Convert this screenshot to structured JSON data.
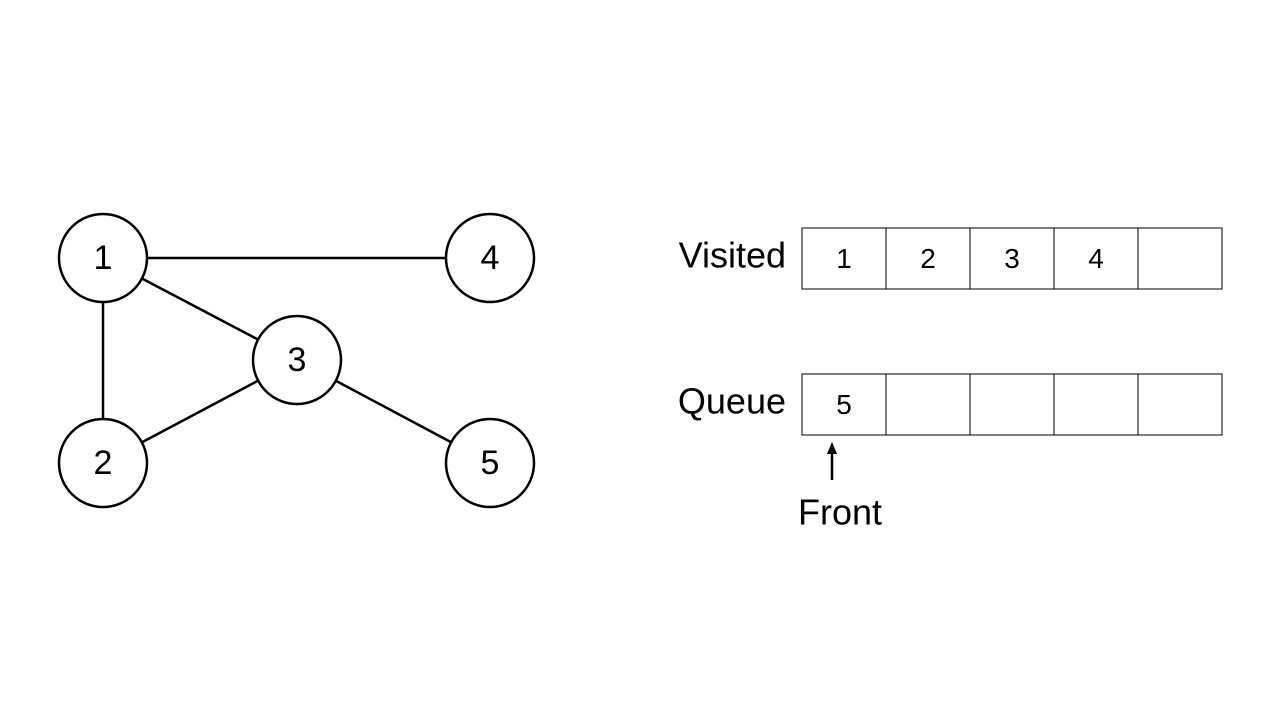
{
  "graph": {
    "nodes": [
      {
        "id": "1",
        "label": "1"
      },
      {
        "id": "2",
        "label": "2"
      },
      {
        "id": "3",
        "label": "3"
      },
      {
        "id": "4",
        "label": "4"
      },
      {
        "id": "5",
        "label": "5"
      }
    ],
    "edges": [
      [
        "1",
        "4"
      ],
      [
        "1",
        "2"
      ],
      [
        "1",
        "3"
      ],
      [
        "2",
        "3"
      ],
      [
        "3",
        "5"
      ]
    ]
  },
  "visited": {
    "label": "Visited",
    "cells": [
      "1",
      "2",
      "3",
      "4",
      ""
    ]
  },
  "queue": {
    "label": "Queue",
    "cells": [
      "5",
      "",
      "",
      "",
      ""
    ],
    "front_label": "Front"
  }
}
